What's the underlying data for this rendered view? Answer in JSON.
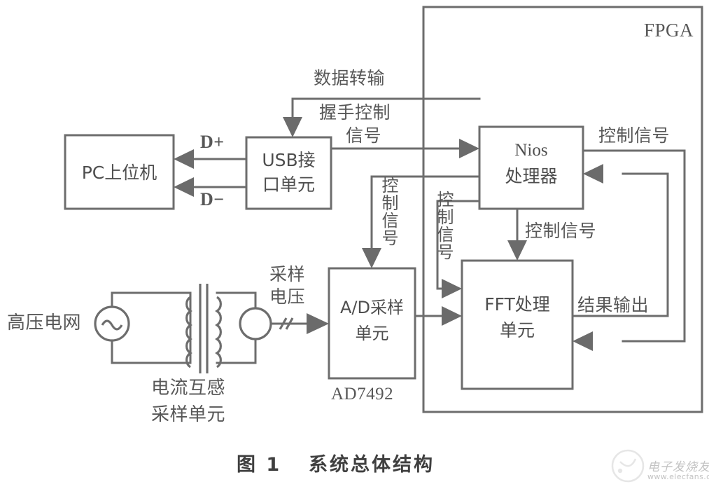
{
  "figure": {
    "caption_number": "图 1",
    "caption_title": "系统总体结构"
  },
  "blocks": {
    "pc": {
      "label": "PC上位机"
    },
    "usb": {
      "label_line1": "USB接",
      "label_line2": "口单元"
    },
    "nios": {
      "label_line1": "Nios",
      "label_line2": "处理器"
    },
    "adc": {
      "label_line1": "A/D采样",
      "label_line2": "单元",
      "part_number": "AD7492"
    },
    "fft": {
      "label_line1": "FFT处理",
      "label_line2": "单元"
    },
    "fpga": {
      "label": "FPGA"
    }
  },
  "source": {
    "grid_label": "高压电网",
    "transformer_caption_line1": "电流互感",
    "transformer_caption_line2": "采样单元"
  },
  "wire_labels": {
    "d_plus": "D+",
    "d_minus": "D−",
    "data_transfer": "数据转输",
    "handshake_line1": "握手控制",
    "handshake_line2": "信号",
    "sampling_voltage_line1": "采样",
    "sampling_voltage_line2": "电压",
    "control_signal_adc": "控制信号",
    "control_signal_fft": "控制信号",
    "control_signal_nios_right": "控制信号",
    "control_signal_nios_down": "控制信号",
    "result_output": "结果输出"
  },
  "watermark": {
    "brand": "电子发烧友",
    "url": "www.elecfans.com"
  },
  "colors": {
    "line": "#6d6d6d",
    "text": "#575757",
    "background": "#ffffff"
  }
}
